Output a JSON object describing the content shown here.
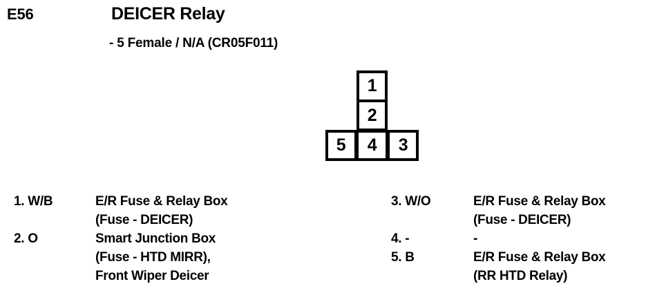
{
  "header": {
    "code": "E56",
    "title": "DEICER Relay",
    "subtitle": "-  5 Female / N/A (CR05F011)"
  },
  "connector": {
    "shape": "t-shape",
    "pins": [
      {
        "number": "1",
        "position": "top"
      },
      {
        "number": "2",
        "position": "middle"
      },
      {
        "number": "5",
        "position": "bottom-left"
      },
      {
        "number": "4",
        "position": "bottom-center"
      },
      {
        "number": "3",
        "position": "bottom-right"
      }
    ]
  },
  "legend": {
    "left_column": [
      {
        "pin": "1. W/B",
        "lines": [
          "E/R Fuse & Relay Box",
          "(Fuse - DEICER)"
        ]
      },
      {
        "pin": "2. O",
        "lines": [
          "Smart Junction Box",
          "(Fuse - HTD MIRR),",
          "Front Wiper Deicer"
        ]
      }
    ],
    "right_column": [
      {
        "pin": "3. W/O",
        "lines": [
          "E/R Fuse & Relay Box",
          "(Fuse - DEICER)"
        ]
      },
      {
        "pin": "4. -",
        "lines": [
          "-"
        ]
      },
      {
        "pin": "5. B",
        "lines": [
          "E/R Fuse & Relay Box",
          "(RR HTD Relay)"
        ]
      }
    ]
  },
  "colors": {
    "ink": "#000000",
    "background": "#ffffff"
  }
}
